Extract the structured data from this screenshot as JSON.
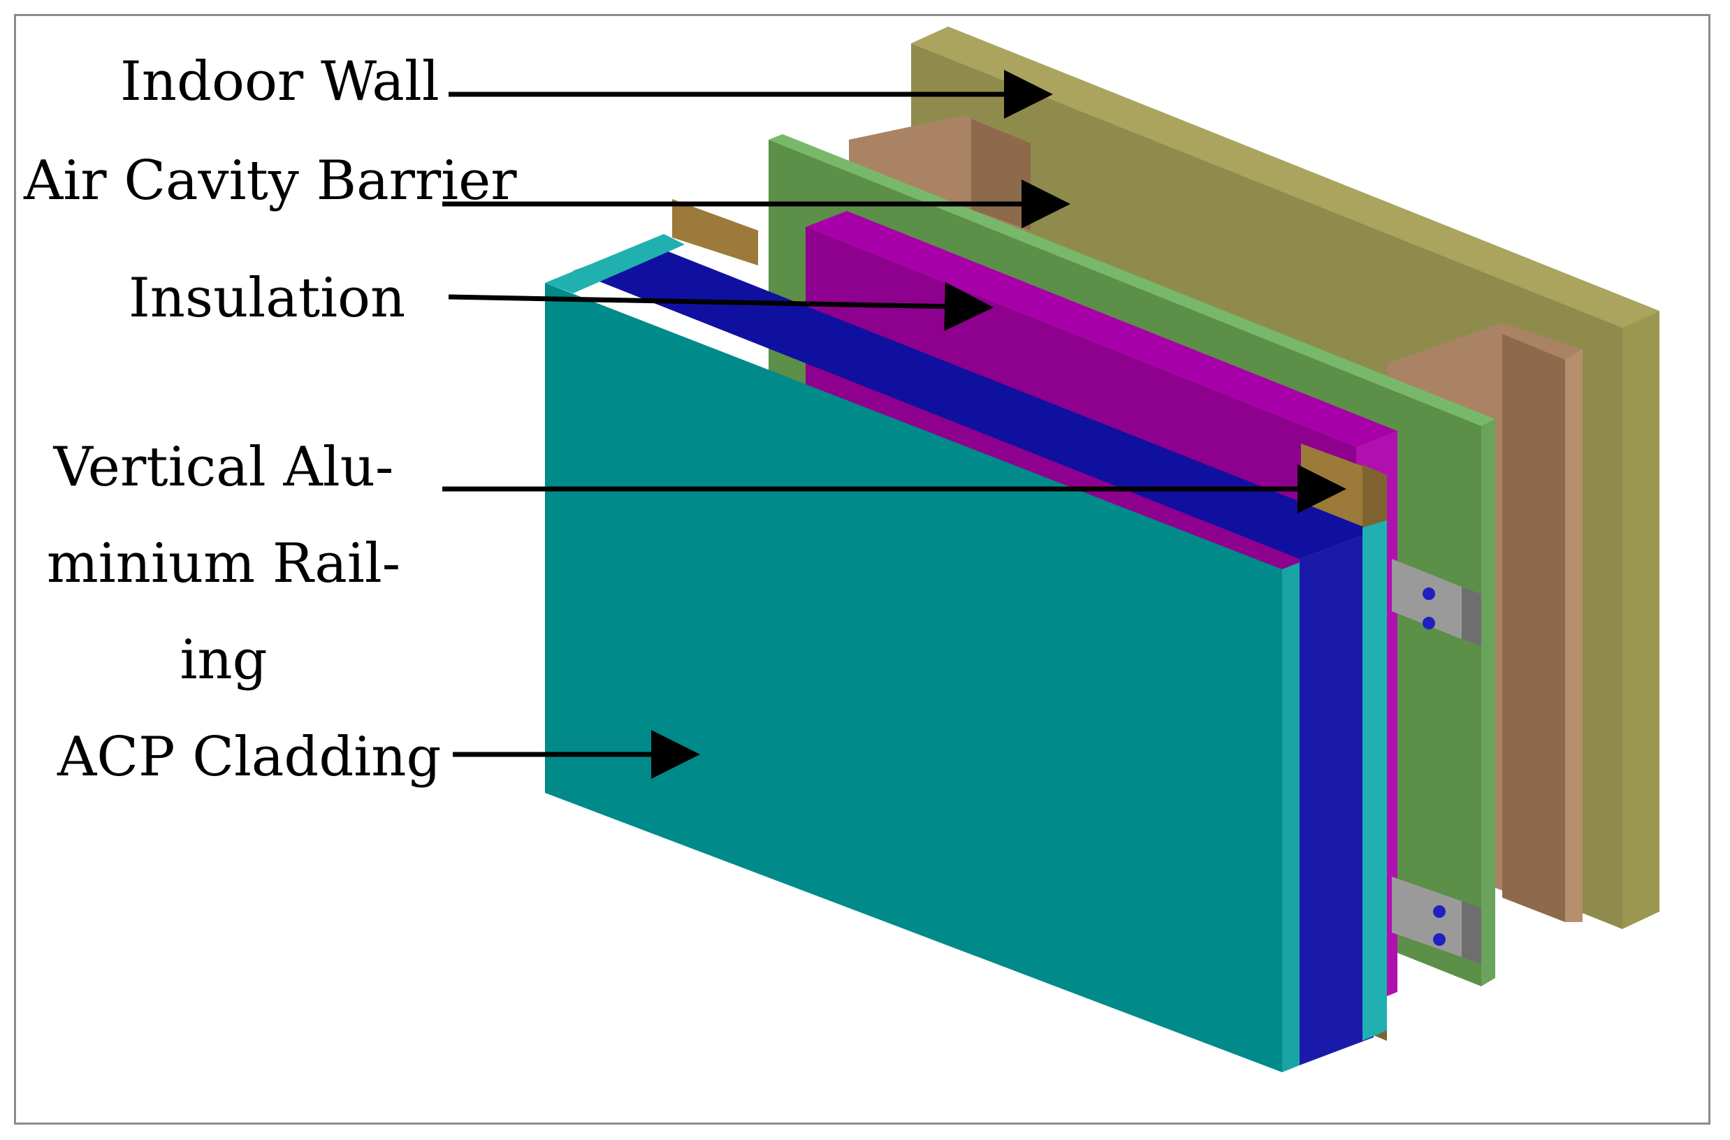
{
  "labels": {
    "indoor_wall": "Indoor Wall",
    "air_cavity_barrier": "Air Cavity Barrier",
    "insulation": "Insulation",
    "vertical_rail_line1": "Vertical Alu-",
    "vertical_rail_line2": "minium Rail-",
    "vertical_rail_line3": "ing",
    "acp_cladding": "ACP Cladding"
  },
  "colors": {
    "indoor_wall": "#8f8b4c",
    "air_cavity_barrier_frame": "#a07a58",
    "green_board": "#5c8f48",
    "insulation": "#8e008e",
    "aluminium_rail": "#9b7a3a",
    "blue_layer": "#1e1ea0",
    "acp_cladding": "#008a8a",
    "bracket": "#7a7a7a",
    "arrow": "#000000"
  }
}
